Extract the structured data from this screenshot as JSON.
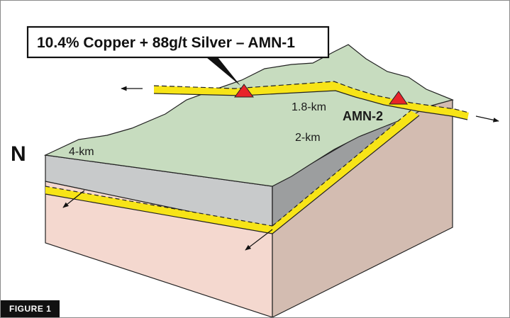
{
  "callout": {
    "text": "10.4% Copper + 88g/t Silver – AMN-1"
  },
  "labels": {
    "north": "N",
    "amn2": "AMN-2",
    "dist_1_8": "1.8-km",
    "dist_2": "2-km",
    "dist_4": "4-km"
  },
  "figure_tag": "FIGURE 1",
  "colors": {
    "top_surface": "#c7dcbf",
    "front_grey": "#c8cacb",
    "front_pink": "#f4d8cf",
    "side_pink": "#d3bcb1",
    "valley_grey": "#9c9e9f",
    "vein": "#f7e417",
    "marker": "#e8242a"
  },
  "icons": [
    "triangle-marker-icon",
    "arrow-icon"
  ]
}
